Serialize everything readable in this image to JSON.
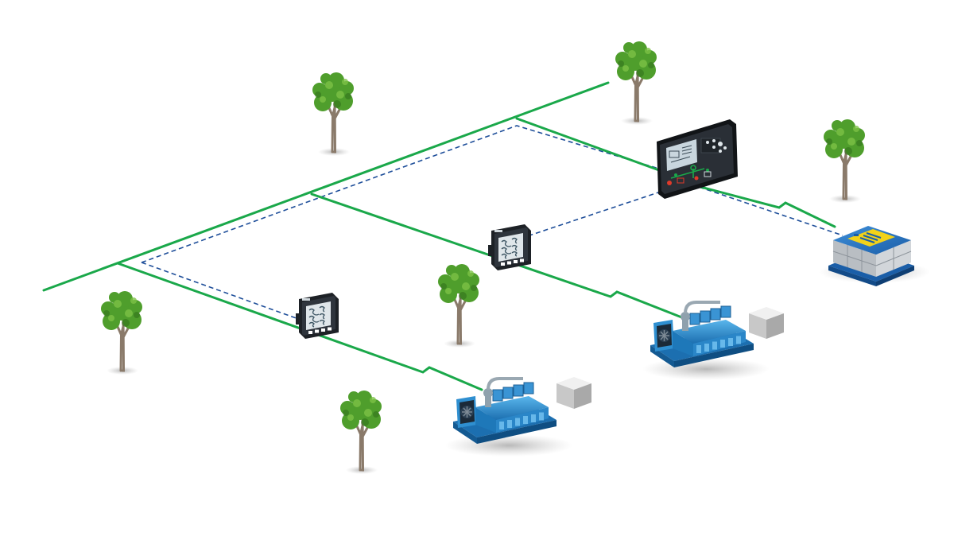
{
  "diagram": {
    "bus_color": "#1aa84a",
    "comm_color": "#1f4f9a",
    "legend": []
  },
  "nodes": [
    {
      "id": "controller",
      "icon": "genset-controller-icon"
    },
    {
      "id": "meter-upper",
      "icon": "power-meter-icon"
    },
    {
      "id": "meter-lower",
      "icon": "power-meter-icon"
    },
    {
      "id": "genset-upper",
      "icon": "diesel-generator-icon"
    },
    {
      "id": "genset-lower",
      "icon": "diesel-generator-icon"
    },
    {
      "id": "battery",
      "icon": "battery-storage-icon"
    },
    {
      "id": "trees",
      "icon": "tree-icon",
      "count": 6
    }
  ],
  "colors": {
    "tree_foliage": "#4f9e2c",
    "trunk": "#8a7a6a",
    "genset_blue": "#2f8fd0",
    "device_dark": "#2a2f36",
    "controller_screen": "#c9d6de",
    "battery_blue": "#1f6fc0",
    "battery_label": "#f2d21a"
  }
}
